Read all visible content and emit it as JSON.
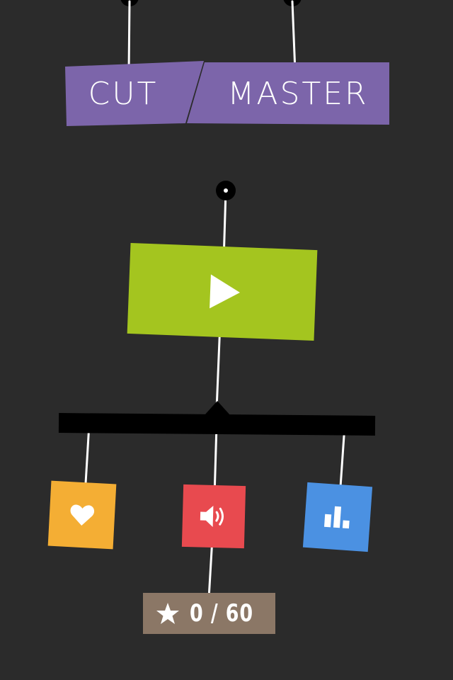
{
  "title": {
    "word1": "CUT",
    "word2": "MASTER",
    "color": "#7c65aa"
  },
  "menu": {
    "play": {
      "icon": "play-icon",
      "color": "#a4c51f"
    },
    "buttons": [
      {
        "name": "favorite",
        "icon": "heart-icon",
        "color": "#f4ae34"
      },
      {
        "name": "sound",
        "icon": "speaker-icon",
        "color": "#e84a4f"
      },
      {
        "name": "leaderboard",
        "icon": "bar-chart-icon",
        "color": "#4b91e2"
      }
    ]
  },
  "stars": {
    "icon": "star-icon",
    "text": "0 / 60",
    "color": "#8b7766"
  },
  "background_color": "#2b2b2b"
}
